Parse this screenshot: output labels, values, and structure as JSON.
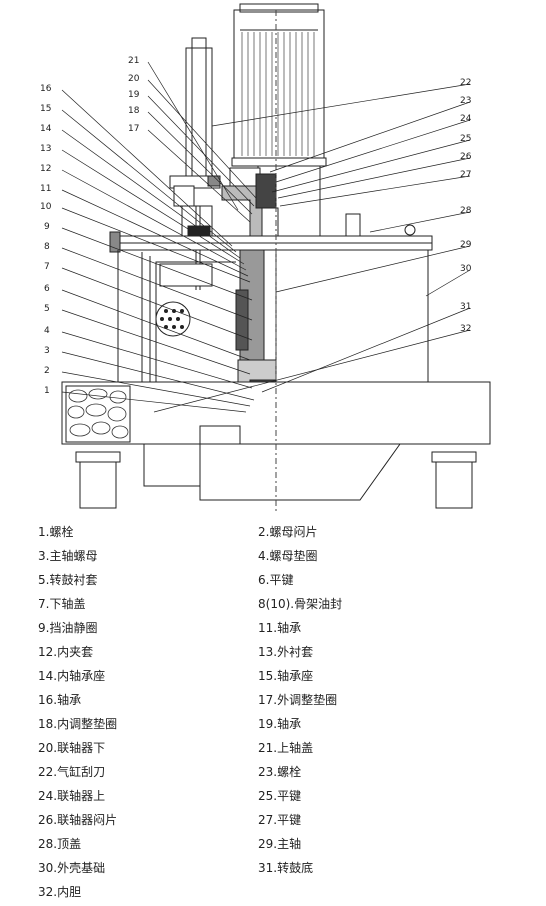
{
  "callouts": [
    "1",
    "2",
    "3",
    "4",
    "5",
    "6",
    "7",
    "8",
    "9",
    "10",
    "11",
    "12",
    "13",
    "14",
    "15",
    "16",
    "17",
    "18",
    "19",
    "20",
    "21",
    "22",
    "23",
    "24",
    "25",
    "26",
    "27",
    "28",
    "29",
    "30",
    "31",
    "32"
  ],
  "legend": [
    "1.螺栓",
    "2.螺母闷片",
    "3.主轴螺母",
    "4.螺母垫圈",
    "5.转鼓衬套",
    "6.平键",
    "7.下轴盖",
    "8(10).骨架油封",
    "9.挡油静圈",
    "11.轴承",
    "12.内夹套",
    "13.外衬套",
    "14.内轴承座",
    "15.轴承座",
    "16.轴承",
    "17.外调整垫圈",
    "18.内调整垫圈",
    "19.轴承",
    "20.联轴器下",
    "21.上轴盖",
    "22.气缸刮刀",
    "23.螺栓",
    "24.联轴器上",
    "25.平键",
    "26.联轴器闷片",
    "27.平键",
    "28.顶盖",
    "29.主轴",
    "30.外壳基础",
    "31.转鼓底",
    "32.内胆"
  ]
}
